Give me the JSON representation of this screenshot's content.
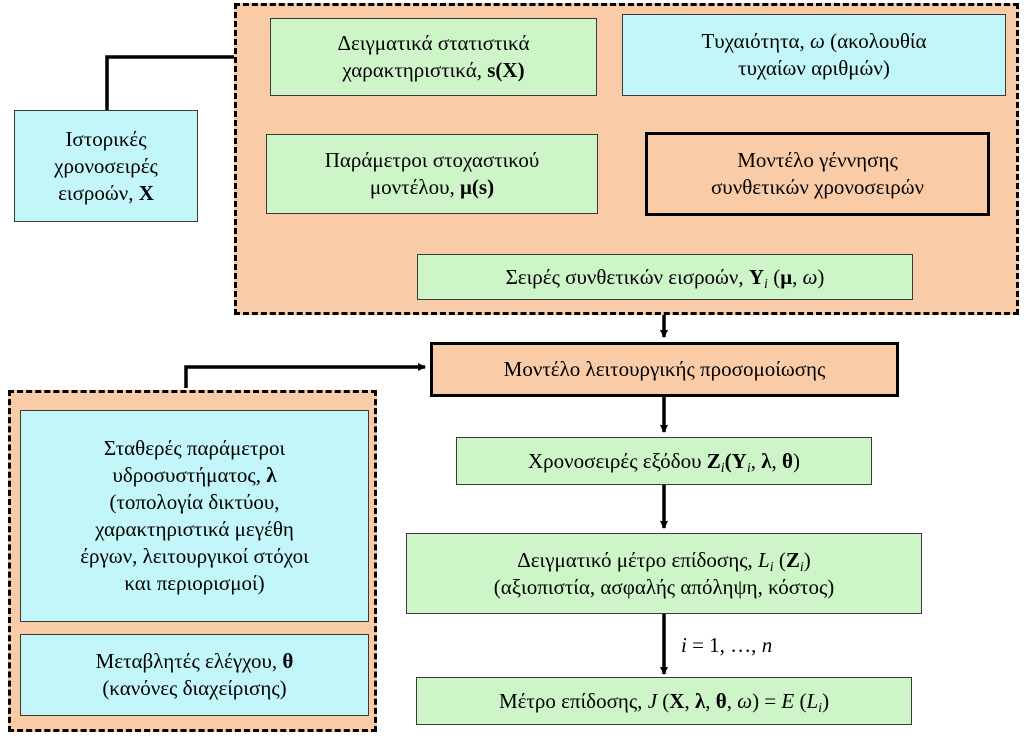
{
  "boxes": {
    "historical": [
      "Ιστορικές",
      "χρονοσειρές",
      "εισροών, ",
      "X"
    ],
    "sample_stats": [
      "Δειγματικά στατιστικά",
      "χαρακτηριστικά, ",
      "s",
      "(",
      "X",
      ")"
    ],
    "randomness": [
      "Τυχαιότητα, ",
      "ω",
      " (ακολουθία",
      "τυχαίων αριθμών)"
    ],
    "params": [
      "Παράμετροι στοχαστικού",
      "μοντέλου, ",
      "μ",
      "(",
      "s",
      ")"
    ],
    "synth_model": [
      "Μοντέλο γέννησης",
      "συνθετικών χρονοσειρών"
    ],
    "synth_series": [
      "Σειρές συνθετικών εισροών, ",
      "Y",
      "i",
      " (",
      "μ",
      ", ",
      "ω",
      ")"
    ],
    "operation_model": "Μοντέλο λειτουργικής προσομοίωσης",
    "fixed_params": [
      "Σταθερές παράμετροι",
      "υδροσυστήματος, ",
      "λ",
      "(τοπολογία δικτύου,",
      "χαρακτηριστικά μεγέθη",
      "έργων, λειτουργικοί στόχοι",
      "και περιορισμοί)"
    ],
    "control_vars": [
      "Μεταβλητές ελέγχου, ",
      "θ",
      "(κανόνες διαχείρισης)"
    ],
    "output_series": [
      "Χρονοσειρές εξόδου ",
      "Z",
      "i",
      "(",
      "Y",
      "i",
      ", ",
      "λ",
      ", ",
      "θ",
      ")"
    ],
    "sample_perf": [
      "Δειγματικό μέτρο επίδοσης, ",
      "L",
      "i",
      " (",
      "Z",
      "i",
      ")",
      "(αξιοπιστία, ασφαλής απόληψη, κόστος)"
    ],
    "perf": [
      "Μέτρο επίδοσης, ",
      "J",
      " (",
      "X",
      ", ",
      "λ",
      ", ",
      "θ",
      ", ",
      "ω",
      ") = ",
      "E",
      " (",
      "L",
      "i",
      ")"
    ]
  },
  "iteration": [
    "i",
    " = 1, …, ",
    "n"
  ],
  "colors": {
    "green": "#cdf5c8",
    "cyan": "#c2f6f8",
    "peach": "#f9cba7",
    "line": "#000000"
  }
}
